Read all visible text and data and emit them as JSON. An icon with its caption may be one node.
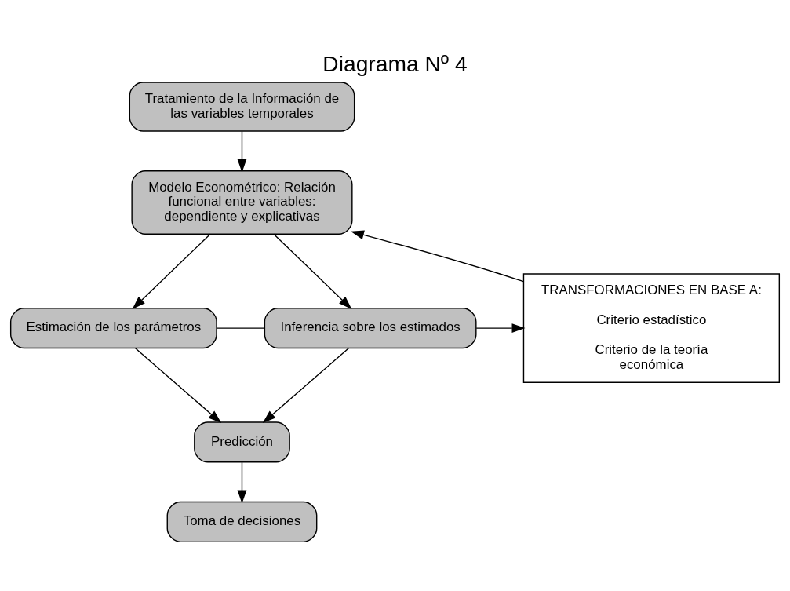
{
  "diagram": {
    "title": "Diagrama Nº 4",
    "nodes": [
      {
        "text": [
          "Tratamiento de la Información de las variables temporales"
        ]
      },
      {
        "text": [
          "Modelo Econométrico: Relación funcional entre variables: dependiente y explicativas"
        ]
      },
      {
        "text": [
          "Estimación de los parámetros"
        ]
      },
      {
        "text": [
          "Inferencia sobre los estimados"
        ]
      },
      {
        "text": [
          "TRANSFORMACIONES EN BASE A:",
          "Criterio estadístico",
          "Criterio de la teoría económica"
        ]
      },
      {
        "text": [
          "Predicción"
        ]
      },
      {
        "text": [
          "Toma de decisiones"
        ]
      }
    ],
    "edges": [
      {
        "from": 0,
        "to": 1,
        "arrow": "to"
      },
      {
        "from": 1,
        "to": 2,
        "arrow": "to"
      },
      {
        "from": 1,
        "to": 3,
        "arrow": "to"
      },
      {
        "from": 2,
        "to": 3,
        "arrow": "none"
      },
      {
        "from": 2,
        "to": 5,
        "arrow": "to"
      },
      {
        "from": 3,
        "to": 5,
        "arrow": "to"
      },
      {
        "from": 3,
        "to": 4,
        "arrow": "to"
      },
      {
        "from": 4,
        "to": 1,
        "arrow": "to"
      },
      {
        "from": 5,
        "to": 6,
        "arrow": "to"
      }
    ]
  }
}
